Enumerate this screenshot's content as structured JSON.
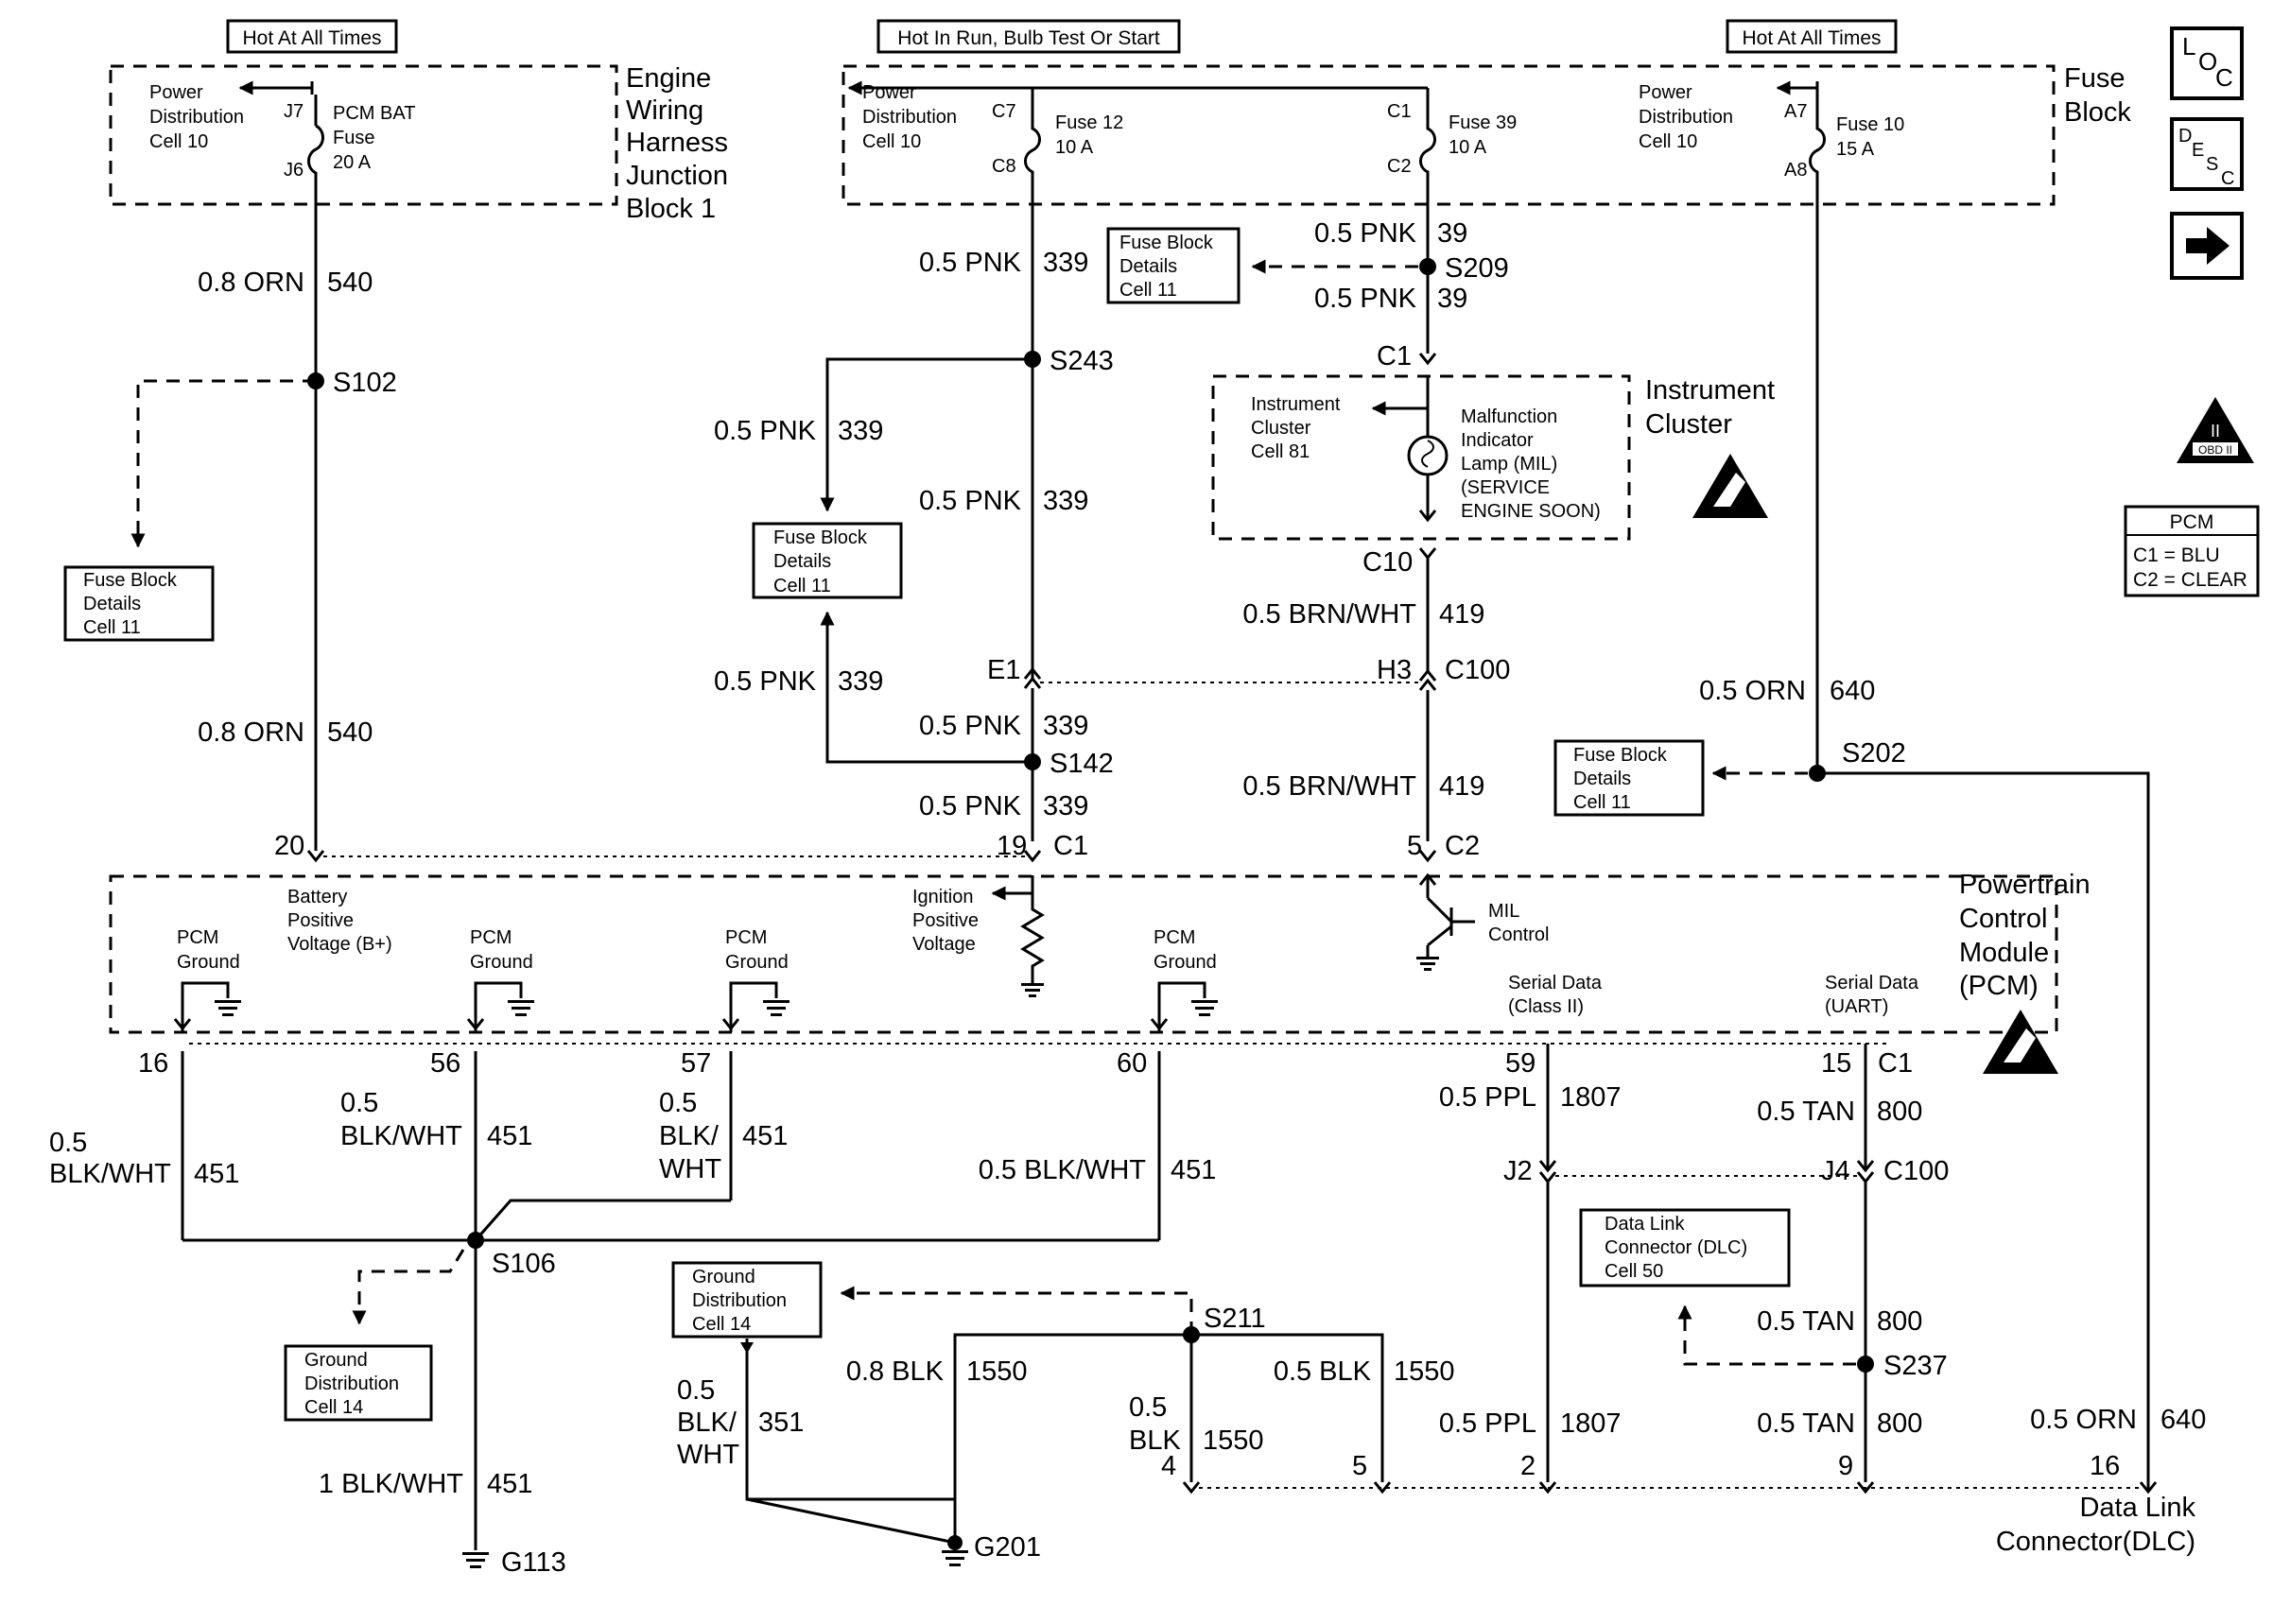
{
  "headers": {
    "hot_at_all_times_left": "Hot At All Times",
    "hot_in_run": "Hot In Run, Bulb Test Or Start",
    "hot_at_all_times_right": "Hot At All Times"
  },
  "side_buttons": {
    "loc_a": "L",
    "loc_b": "O",
    "loc_c": "C",
    "desc_a": "D",
    "desc_b": "E",
    "desc_c": "S",
    "desc_d": "C",
    "next_icon": "arrow-right-icon"
  },
  "obd": {
    "mark": "II",
    "label": "OBD II"
  },
  "pcm_legend": {
    "title": "PCM",
    "c1": "C1 = BLU",
    "c2": "C2 = CLEAR"
  },
  "engine_block": {
    "name": [
      "Engine",
      "Wiring",
      "Harness",
      "Junction",
      "Block 1"
    ],
    "power_dist": [
      "Power",
      "Distribution",
      "Cell 10"
    ],
    "pin_in": "J7",
    "pin_out": "J6",
    "fuse": [
      "PCM BAT",
      "Fuse",
      "20 A"
    ]
  },
  "fuse_block": {
    "name": [
      "Fuse",
      "Block"
    ],
    "power_dist_left": [
      "Power",
      "Distribution",
      "Cell 10"
    ],
    "power_dist_right": [
      "Power",
      "Distribution",
      "Cell 10"
    ],
    "fuse12": {
      "pin_in": "C7",
      "pin_out": "C8",
      "label": [
        "Fuse 12",
        "10 A"
      ]
    },
    "fuse39": {
      "pin_in": "C1",
      "pin_out": "C2",
      "label": [
        "Fuse 39",
        "10 A"
      ]
    },
    "fuse10": {
      "pin_in": "A7",
      "pin_out": "A8",
      "label": [
        "Fuse 10",
        "15 A"
      ]
    }
  },
  "wires": {
    "w540a": {
      "gauge": "0.8 ORN",
      "circuit": "540"
    },
    "w540b": {
      "gauge": "0.8 ORN",
      "circuit": "540"
    },
    "w339a": {
      "gauge": "0.5 PNK",
      "circuit": "339"
    },
    "w339b": {
      "gauge": "0.5 PNK",
      "circuit": "339"
    },
    "w339c": {
      "gauge": "0.5 PNK",
      "circuit": "339"
    },
    "w339d": {
      "gauge": "0.5 PNK",
      "circuit": "339"
    },
    "w339e": {
      "gauge": "0.5 PNK",
      "circuit": "339"
    },
    "w339f": {
      "gauge": "0.5 PNK",
      "circuit": "339"
    },
    "w39a": {
      "gauge": "0.5 PNK",
      "circuit": "39"
    },
    "w39b": {
      "gauge": "0.5 PNK",
      "circuit": "39"
    },
    "w419a": {
      "gauge": "0.5 BRN/WHT",
      "circuit": "419"
    },
    "w419b": {
      "gauge": "0.5 BRN/WHT",
      "circuit": "419"
    },
    "w640a": {
      "gauge": "0.5 ORN",
      "circuit": "640"
    },
    "w640b": {
      "gauge": "0.5 ORN",
      "circuit": "640"
    },
    "w451_16": {
      "gauge_a": "0.5",
      "gauge_b": "BLK/WHT",
      "circuit": "451"
    },
    "w451_56": {
      "gauge_a": "0.5",
      "gauge_b": "BLK/WHT",
      "circuit": "451"
    },
    "w451_57": {
      "gauge_a": "0.5",
      "gauge_b": "BLK/",
      "gauge_c": "WHT",
      "circuit": "451"
    },
    "w451_60": {
      "gauge": "0.5 BLK/WHT",
      "circuit": "451"
    },
    "w451_g113": {
      "gauge": "1 BLK/WHT",
      "circuit": "451"
    },
    "w1807a": {
      "gauge": "0.5 PPL",
      "circuit": "1807"
    },
    "w1807b": {
      "gauge": "0.5 PPL",
      "circuit": "1807"
    },
    "w800a": {
      "gauge": "0.5 TAN",
      "circuit": "800"
    },
    "w800b": {
      "gauge": "0.5 TAN",
      "circuit": "800"
    },
    "w800c": {
      "gauge": "0.5 TAN",
      "circuit": "800"
    },
    "w351": {
      "gauge_a": "0.5",
      "gauge_b": "BLK/",
      "gauge_c": "WHT",
      "circuit": "351"
    },
    "w1550a": {
      "gauge": "0.8 BLK",
      "circuit": "1550"
    },
    "w1550b": {
      "gauge": "0.5 BLK",
      "circuit": "1550"
    },
    "w1550c": {
      "gauge_a": "0.5",
      "gauge_b": "BLK",
      "circuit": "1550"
    }
  },
  "splices": {
    "s102": "S102",
    "s243": "S243",
    "s209": "S209",
    "s142": "S142",
    "s202": "S202",
    "s106": "S106",
    "s211": "S211",
    "s237": "S237"
  },
  "grounds": {
    "g113": "G113",
    "g201": "G201"
  },
  "connectors": {
    "c1_cluster": "C1",
    "c10": "C10",
    "e1": "E1",
    "h3": "H3",
    "c100": "C100",
    "j2": "J2",
    "j4": "J4",
    "c100_lower": "C100"
  },
  "refs": {
    "fuse_block_details": [
      "Fuse Block",
      "Details",
      "Cell 11"
    ],
    "ground_distribution": [
      "Ground",
      "Distribution",
      "Cell 14"
    ],
    "dlc_ref": [
      "Data Link",
      "Connector (DLC)",
      "Cell 50"
    ]
  },
  "instrument_cluster": {
    "name": [
      "Instrument",
      "Cluster"
    ],
    "cell": [
      "Instrument",
      "Cluster",
      "Cell 81"
    ],
    "mil": [
      "Malfunction",
      "Indicator",
      "Lamp (MIL)",
      "(SERVICE",
      "ENGINE SOON)"
    ]
  },
  "pcm": {
    "name": [
      "Powertrain",
      "Control",
      "Module",
      "(PCM)"
    ],
    "batt": [
      "Battery",
      "Positive",
      "Voltage (B+)"
    ],
    "ign": [
      "Ignition",
      "Positive",
      "Voltage"
    ],
    "ground_label": [
      "PCM",
      "Ground"
    ],
    "mil_control": [
      "MIL",
      "Control"
    ],
    "serial_class2": [
      "Serial Data",
      "(Class II)"
    ],
    "serial_uart": [
      "Serial Data",
      "(UART)"
    ],
    "top_pins": {
      "p20": "20",
      "p19": "19",
      "c1": "C1",
      "p5": "5",
      "c2": "C2"
    },
    "bottom_pins": {
      "p16": "16",
      "p56": "56",
      "p57": "57",
      "p60": "60",
      "p59": "59",
      "p15": "15",
      "c1": "C1"
    }
  },
  "dlc": {
    "name": [
      "Data Link",
      "Connector(DLC)"
    ],
    "pins": {
      "p4": "4",
      "p5": "5",
      "p2": "2",
      "p9": "9",
      "p16": "16"
    }
  }
}
